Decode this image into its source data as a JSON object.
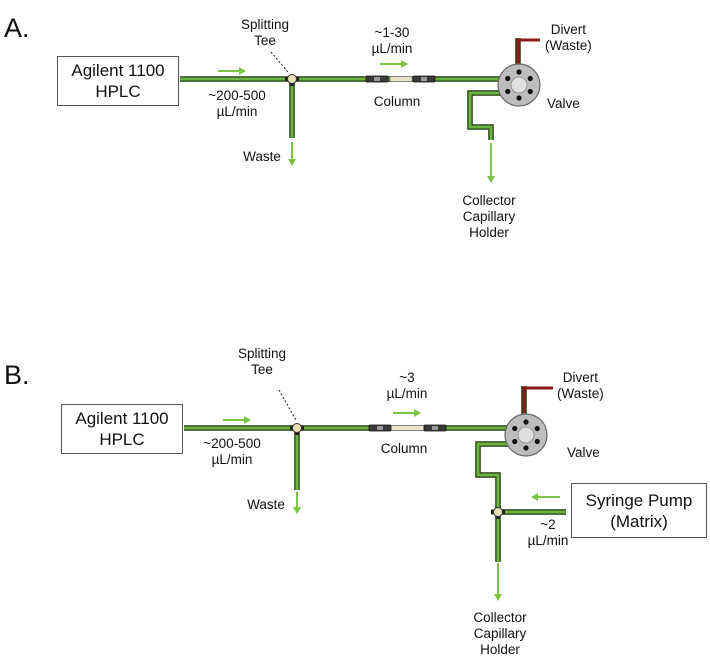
{
  "panels": [
    {
      "letter": "A.",
      "source_box": [
        "Agilent 1100",
        "HPLC"
      ],
      "tee_label": [
        "Splitting",
        "Tee"
      ],
      "split_flow": [
        "~200-500",
        "µL/min"
      ],
      "column_flow": [
        "~1-30",
        "µL/min"
      ],
      "column_label": "Column",
      "waste_label": "Waste",
      "divert_label": [
        "Divert",
        "(Waste)"
      ],
      "valve_label": "Valve",
      "collector_label": [
        "Collector",
        "Capillary",
        "Holder"
      ]
    },
    {
      "letter": "B.",
      "source_box": [
        "Agilent 1100",
        "HPLC"
      ],
      "tee_label": [
        "Splitting",
        "Tee"
      ],
      "split_flow": [
        "~200-500",
        "µL/min"
      ],
      "column_flow": [
        "~3",
        "µL/min"
      ],
      "column_label": "Column",
      "waste_label": "Waste",
      "divert_label": [
        "Divert",
        "(Waste)"
      ],
      "valve_label": "Valve",
      "pump_box": [
        "Syringe Pump",
        "(Matrix)"
      ],
      "pump_flow": [
        "~2",
        "µL/min"
      ],
      "collector_label": [
        "Collector",
        "Capillary",
        "Holder"
      ]
    }
  ],
  "colors": {
    "tubing": "#6db33f",
    "tubing_edge": "#1e3a10",
    "flow_arrow": "#7cc544",
    "divert_line": "#8b1a1a",
    "valve_fill": "#bdbdbd"
  }
}
